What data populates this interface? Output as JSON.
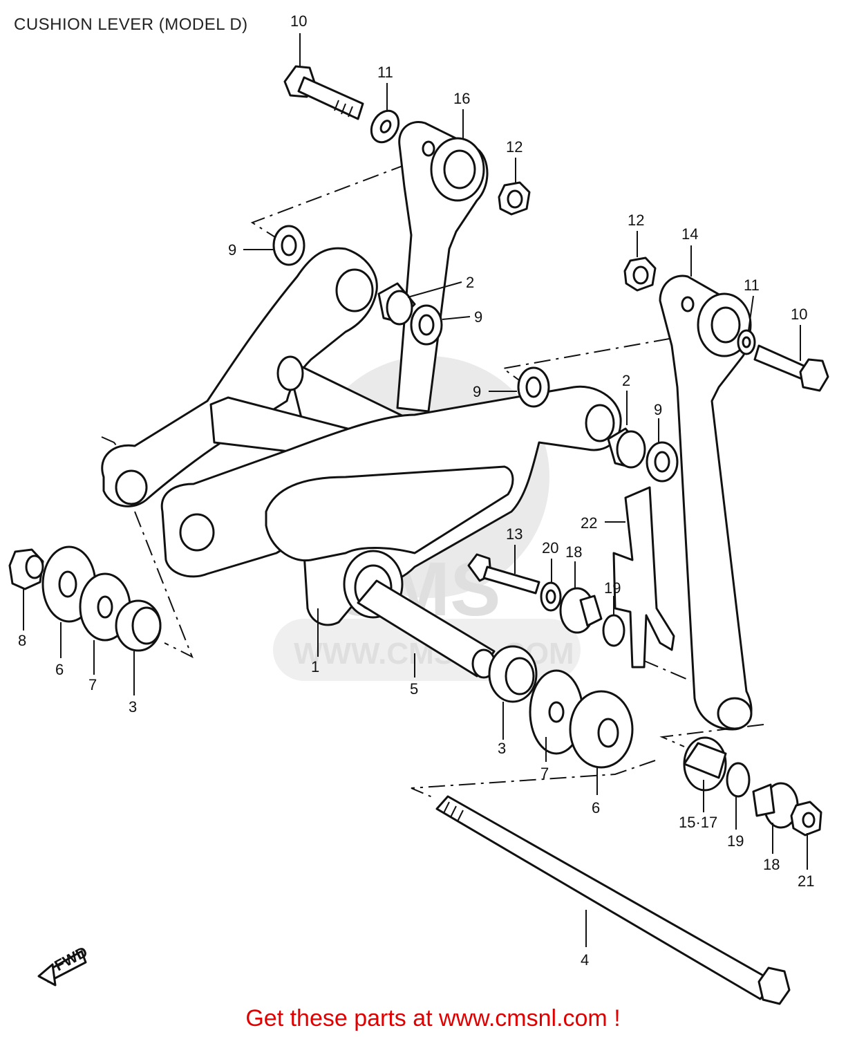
{
  "title": "CUSHION LEVER (MODEL D)",
  "footer": "Get these parts at www.cmsnl.com !",
  "watermark": {
    "brand": "CMS",
    "url": "WWW.CMSNL.COM"
  },
  "fwd_label": "FWD",
  "colors": {
    "footer": "#e00000",
    "lines": "#111111",
    "watermark": "#dcdcdc"
  },
  "callouts": [
    {
      "id": "c10a",
      "label": "10"
    },
    {
      "id": "c11a",
      "label": "11"
    },
    {
      "id": "c16",
      "label": "16"
    },
    {
      "id": "c12a",
      "label": "12"
    },
    {
      "id": "c9a",
      "label": "9"
    },
    {
      "id": "c2a",
      "label": "2"
    },
    {
      "id": "c9b",
      "label": "9"
    },
    {
      "id": "c12b",
      "label": "12"
    },
    {
      "id": "c14",
      "label": "14"
    },
    {
      "id": "c11b",
      "label": "11"
    },
    {
      "id": "c10b",
      "label": "10"
    },
    {
      "id": "c9c",
      "label": "9"
    },
    {
      "id": "c2b",
      "label": "2"
    },
    {
      "id": "c9d",
      "label": "9"
    },
    {
      "id": "c22",
      "label": "22"
    },
    {
      "id": "c13",
      "label": "13"
    },
    {
      "id": "c20",
      "label": "20"
    },
    {
      "id": "c18a",
      "label": "18"
    },
    {
      "id": "c19a",
      "label": "19"
    },
    {
      "id": "c8",
      "label": "8"
    },
    {
      "id": "c6a",
      "label": "6"
    },
    {
      "id": "c7a",
      "label": "7"
    },
    {
      "id": "c3a",
      "label": "3"
    },
    {
      "id": "c1",
      "label": "1"
    },
    {
      "id": "c5",
      "label": "5"
    },
    {
      "id": "c3b",
      "label": "3"
    },
    {
      "id": "c7b",
      "label": "7"
    },
    {
      "id": "c6b",
      "label": "6"
    },
    {
      "id": "c1517",
      "label": "15·17"
    },
    {
      "id": "c19b",
      "label": "19"
    },
    {
      "id": "c18b",
      "label": "18"
    },
    {
      "id": "c21",
      "label": "21"
    },
    {
      "id": "c4",
      "label": "4"
    }
  ]
}
